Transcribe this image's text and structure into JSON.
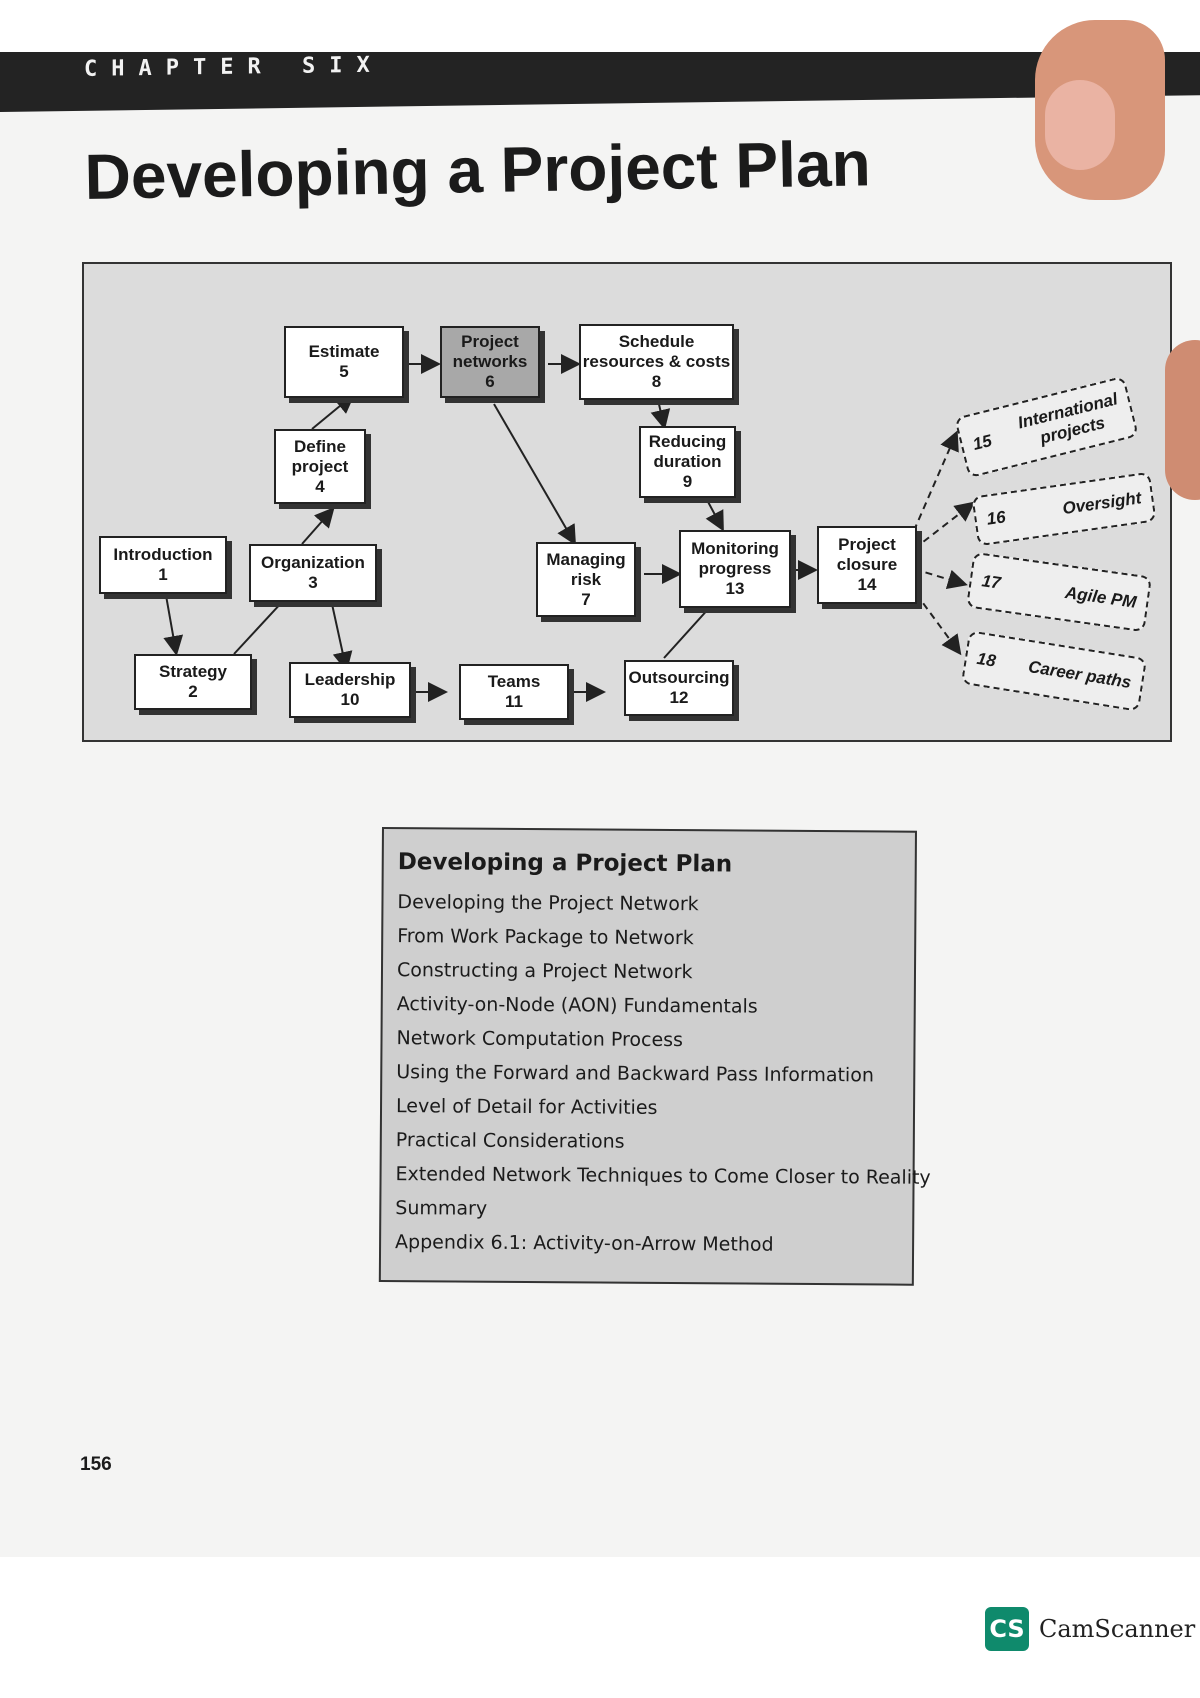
{
  "chapter_label": "CHAPTER SIX",
  "title": "Developing a Project Plan",
  "diagram": {
    "nodes": [
      {
        "id": "introduction",
        "label": "Introduction",
        "number": "1"
      },
      {
        "id": "strategy",
        "label": "Strategy",
        "number": "2"
      },
      {
        "id": "organization",
        "label": "Organization",
        "number": "3"
      },
      {
        "id": "define",
        "label_lines": [
          "Define",
          "project"
        ],
        "number": "4"
      },
      {
        "id": "estimate",
        "label": "Estimate",
        "number": "5"
      },
      {
        "id": "networks",
        "label_lines": [
          "Project",
          "networks"
        ],
        "number": "6"
      },
      {
        "id": "risk",
        "label_lines": [
          "Managing",
          "risk"
        ],
        "number": "7"
      },
      {
        "id": "schedule",
        "label_lines": [
          "Schedule",
          "resources & costs"
        ],
        "number": "8"
      },
      {
        "id": "reducing",
        "label_lines": [
          "Reducing",
          "duration"
        ],
        "number": "9"
      },
      {
        "id": "leadership",
        "label": "Leadership",
        "number": "10"
      },
      {
        "id": "teams",
        "label": "Teams",
        "number": "11"
      },
      {
        "id": "outsourcing",
        "label": "Outsourcing",
        "number": "12"
      },
      {
        "id": "monitoring",
        "label_lines": [
          "Monitoring",
          "progress"
        ],
        "number": "13"
      },
      {
        "id": "closure",
        "label_lines": [
          "Project",
          "closure"
        ],
        "number": "14"
      },
      {
        "id": "international",
        "label_lines": [
          "International",
          "projects"
        ],
        "number": "15"
      },
      {
        "id": "oversight",
        "label": "Oversight",
        "number": "16"
      },
      {
        "id": "agile",
        "label": "Agile PM",
        "number": "17"
      },
      {
        "id": "career",
        "label": "Career paths",
        "number": "18"
      }
    ]
  },
  "contents": {
    "heading": "Developing a Project Plan",
    "items": [
      "Developing the Project Network",
      "From Work Package to Network",
      "Constructing a Project Network",
      "Activity-on-Node (AON) Fundamentals",
      "Network Computation Process",
      "Using the Forward and Backward Pass Information",
      "Level of Detail for Activities",
      "Practical Considerations",
      "Extended Network Techniques to Come Closer to Reality",
      "Summary",
      "Appendix 6.1: Activity-on-Arrow Method"
    ]
  },
  "page_number": "156",
  "watermark": {
    "icon": "CS",
    "name": "CamScanner",
    "accent": "#0f8a6c"
  }
}
